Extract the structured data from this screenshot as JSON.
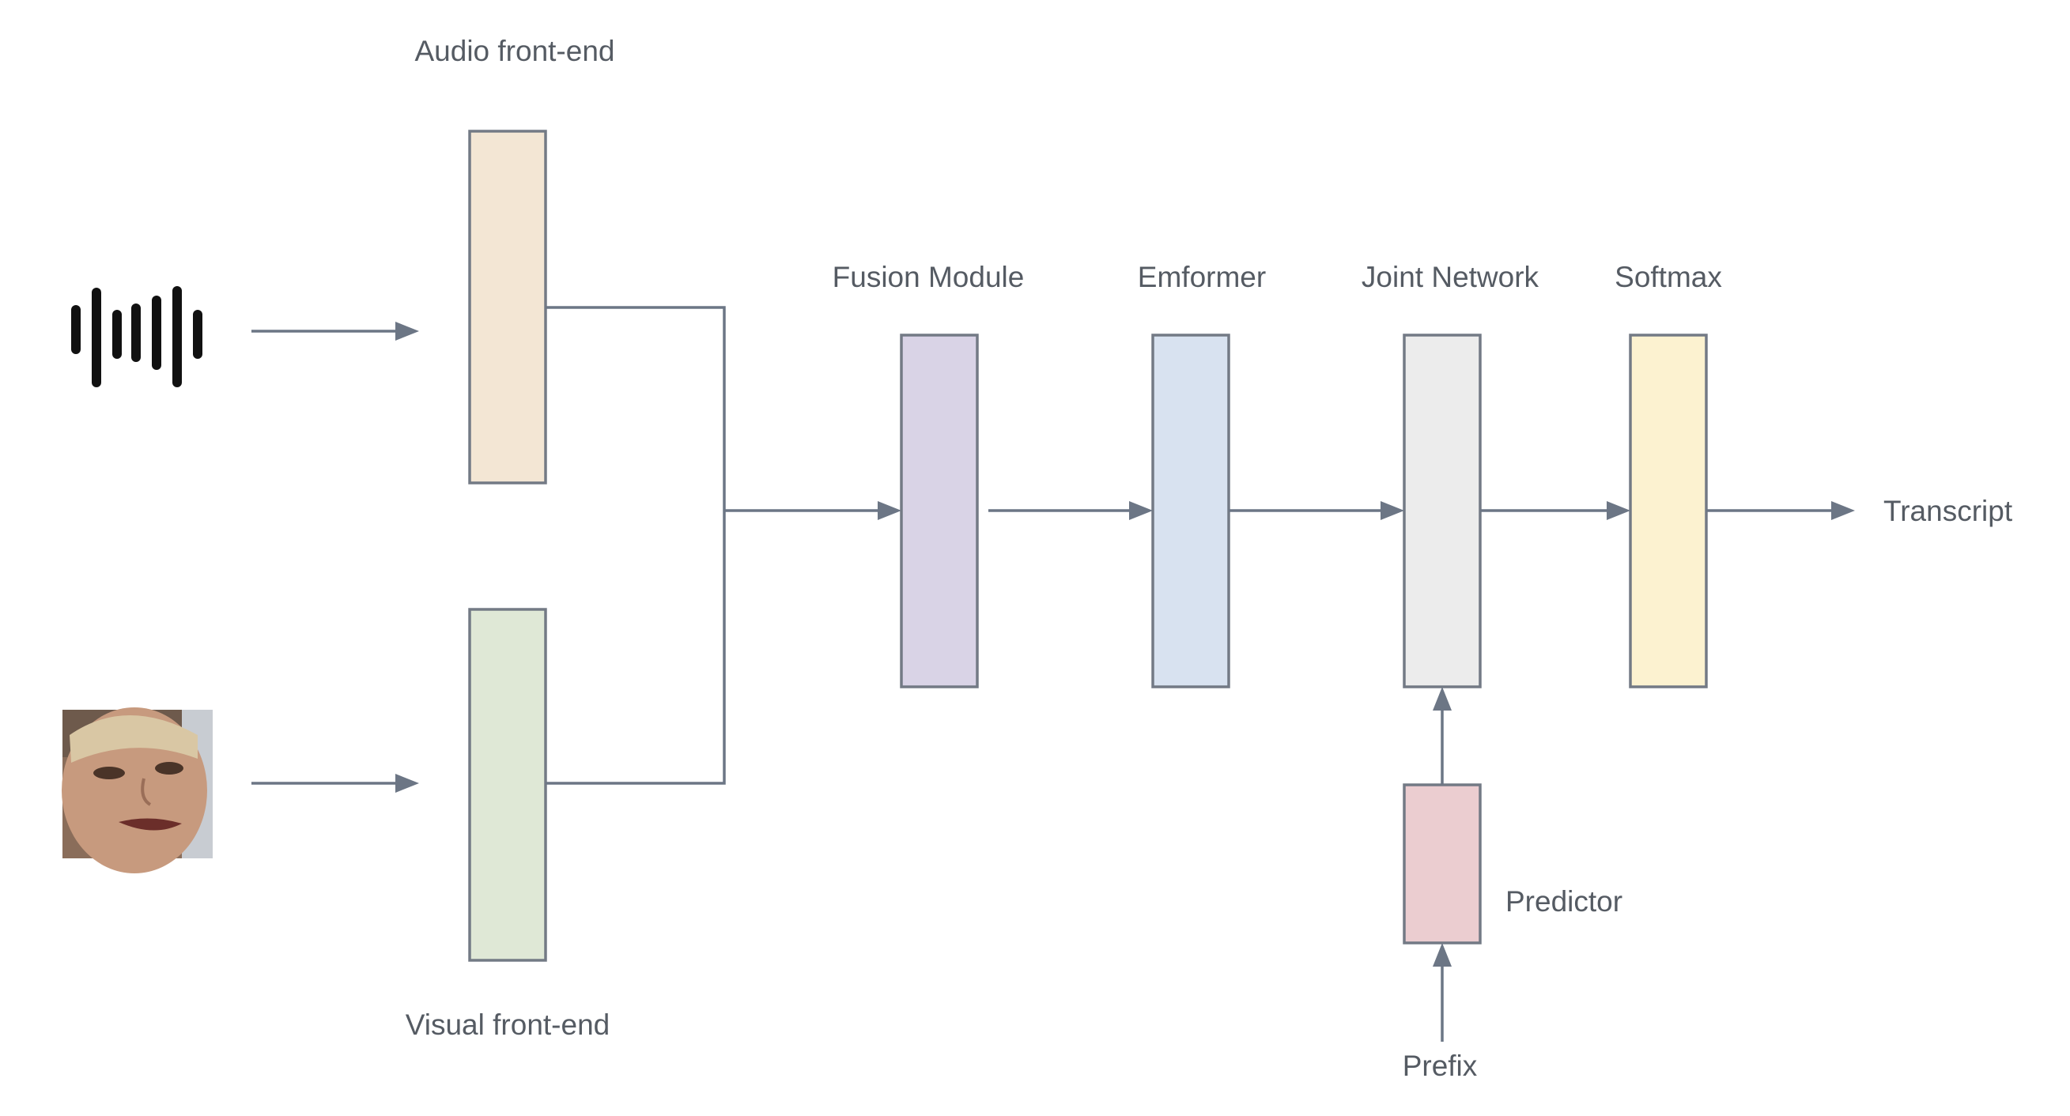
{
  "labels": {
    "audio_front_end": "Audio front-end",
    "visual_front_end": "Visual front-end",
    "fusion_module": "Fusion Module",
    "emformer": "Emformer",
    "joint_network": "Joint Network",
    "softmax": "Softmax",
    "transcript": "Transcript",
    "predictor": "Predictor",
    "prefix": "Prefix"
  },
  "inputs": {
    "audio_icon": "audio-waveform-icon",
    "video_icon": "face-photo"
  },
  "colors": {
    "audio_front_end": "#f3e6d4",
    "visual_front_end": "#dfe8d6",
    "fusion_module": "#d9d3e6",
    "emformer": "#d8e2f0",
    "joint_network": "#ececec",
    "softmax": "#fcf2d0",
    "predictor": "#ebcdd0",
    "line": "#6c7685",
    "text": "#555b63"
  }
}
